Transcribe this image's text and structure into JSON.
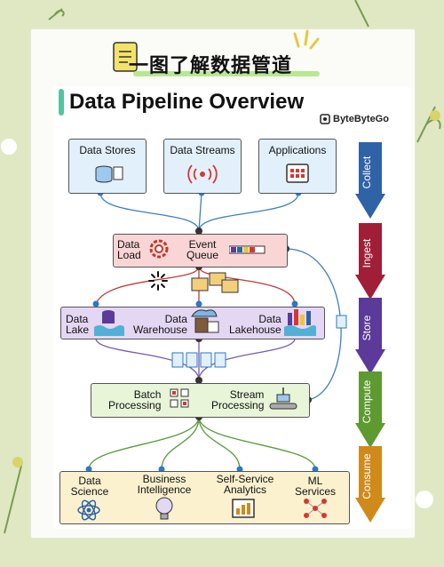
{
  "banner": {
    "title": "一图了解数据管道"
  },
  "title": "Data Pipeline Overview",
  "brand": "ByteByteGo",
  "sources": [
    {
      "label": "Data Stores"
    },
    {
      "label": "Data Streams"
    },
    {
      "label": "Applications"
    }
  ],
  "ingest": {
    "data_load": "Data\nLoad",
    "event_queue": "Event\nQueue"
  },
  "store": {
    "lake": "Data\nLake",
    "warehouse": "Data\nWarehouse",
    "lakehouse": "Data\nLakehouse"
  },
  "compute": {
    "batch": "Batch\nProcessing",
    "stream": "Stream\nProcessing"
  },
  "consume": [
    {
      "label": "Data\nScience"
    },
    {
      "label": "Business\nIntelligence"
    },
    {
      "label": "Self-Service\nAnalytics"
    },
    {
      "label": "ML\nServices"
    }
  ],
  "stages": [
    {
      "label": "Collect",
      "color": "#2f63a6"
    },
    {
      "label": "Ingest",
      "color": "#a11f36"
    },
    {
      "label": "Store",
      "color": "#5b3a99"
    },
    {
      "label": "Compute",
      "color": "#5d9a2f"
    },
    {
      "label": "Consume",
      "color": "#d08a1a"
    }
  ]
}
